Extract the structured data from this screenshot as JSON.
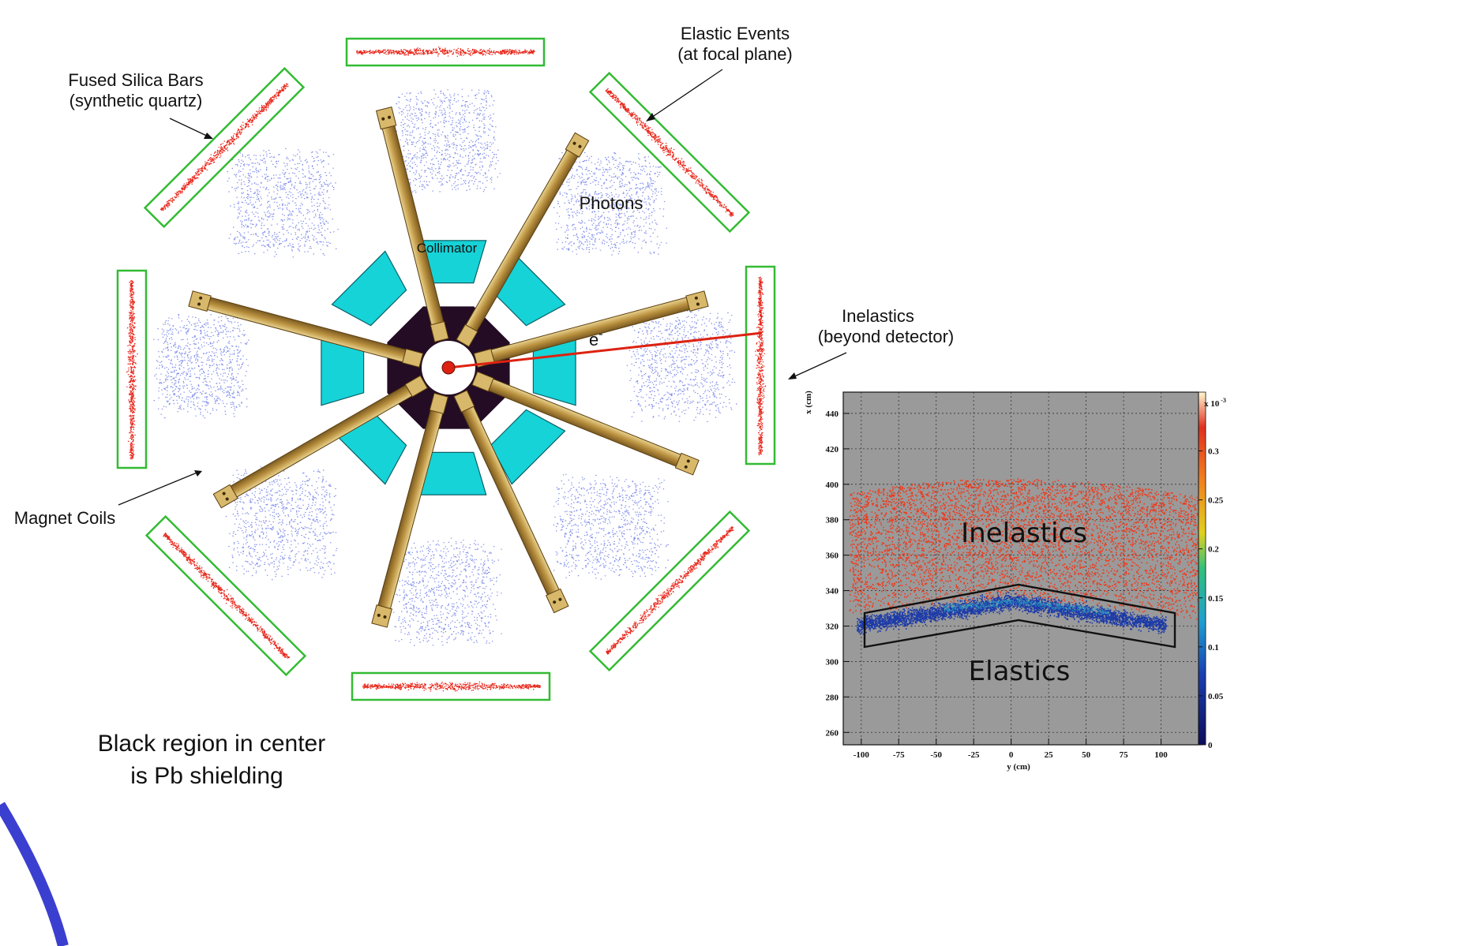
{
  "labels": {
    "fused_silica": [
      "Fused Silica Bars",
      "(synthetic quartz)"
    ],
    "elastic_events": [
      "Elastic Events",
      "(at focal plane)"
    ],
    "photons": "Photons",
    "collimator": "Collimator",
    "electron": "e",
    "electron_sup": "-",
    "inelastics": [
      "Inelastics",
      "(beyond detector)"
    ],
    "magnet_coils": "Magnet Coils",
    "caption": [
      "Black region in center",
      "is Pb shielding"
    ]
  },
  "colors": {
    "quartz_box": "#33bb33",
    "elastic_red": "#e8261a",
    "photon_blue": "#4d5fe0",
    "collimator": "#16d3d8",
    "pb_shield": "#230c24",
    "coil": "#c9a24f",
    "beam": "#dd2211",
    "plot_bg": "#9a9a9a"
  },
  "inset_plot": {
    "title_region_labels": {
      "inelastics": "Inelastics",
      "elastics": "Elastics"
    },
    "xlabel": "y (cm)",
    "ylabel": "x (cm)",
    "colorbar_label": "x 10",
    "colorbar_exp": "-3",
    "x_ticks": [
      "-100",
      "-75",
      "-50",
      "-25",
      "0",
      "25",
      "50",
      "75",
      "100"
    ],
    "y_ticks": [
      "440",
      "420",
      "400",
      "380",
      "360",
      "340",
      "320",
      "300",
      "280",
      "260"
    ],
    "colorbar_ticks": [
      "0.3",
      "0.25",
      "0.2",
      "0.15",
      "0.1",
      "0.05",
      "0"
    ],
    "xlim": [
      -112,
      125
    ],
    "ylim": [
      253,
      452
    ],
    "zlim": [
      0,
      0.36
    ]
  },
  "chart_data": {
    "type": "heatmap",
    "title": "",
    "xlabel": "y (cm)",
    "ylabel": "x (cm)",
    "xlim": [
      -112,
      125
    ],
    "ylim": [
      253,
      452
    ],
    "x_ticks": [
      -100,
      -75,
      -50,
      -25,
      0,
      25,
      50,
      75,
      100
    ],
    "y_ticks": [
      260,
      280,
      300,
      320,
      340,
      360,
      380,
      400,
      420,
      440
    ],
    "colorbar": {
      "label": "x 10^-3",
      "ticks": [
        0,
        0.05,
        0.1,
        0.15,
        0.2,
        0.25,
        0.3
      ]
    },
    "regions": [
      {
        "name": "Inelastics",
        "x_range": [
          -105,
          125
        ],
        "y_range": [
          325,
          395
        ]
      },
      {
        "name": "Elastics",
        "x_range": [
          -105,
          105
        ],
        "y_range": [
          308,
          340
        ]
      }
    ],
    "grid": true
  }
}
